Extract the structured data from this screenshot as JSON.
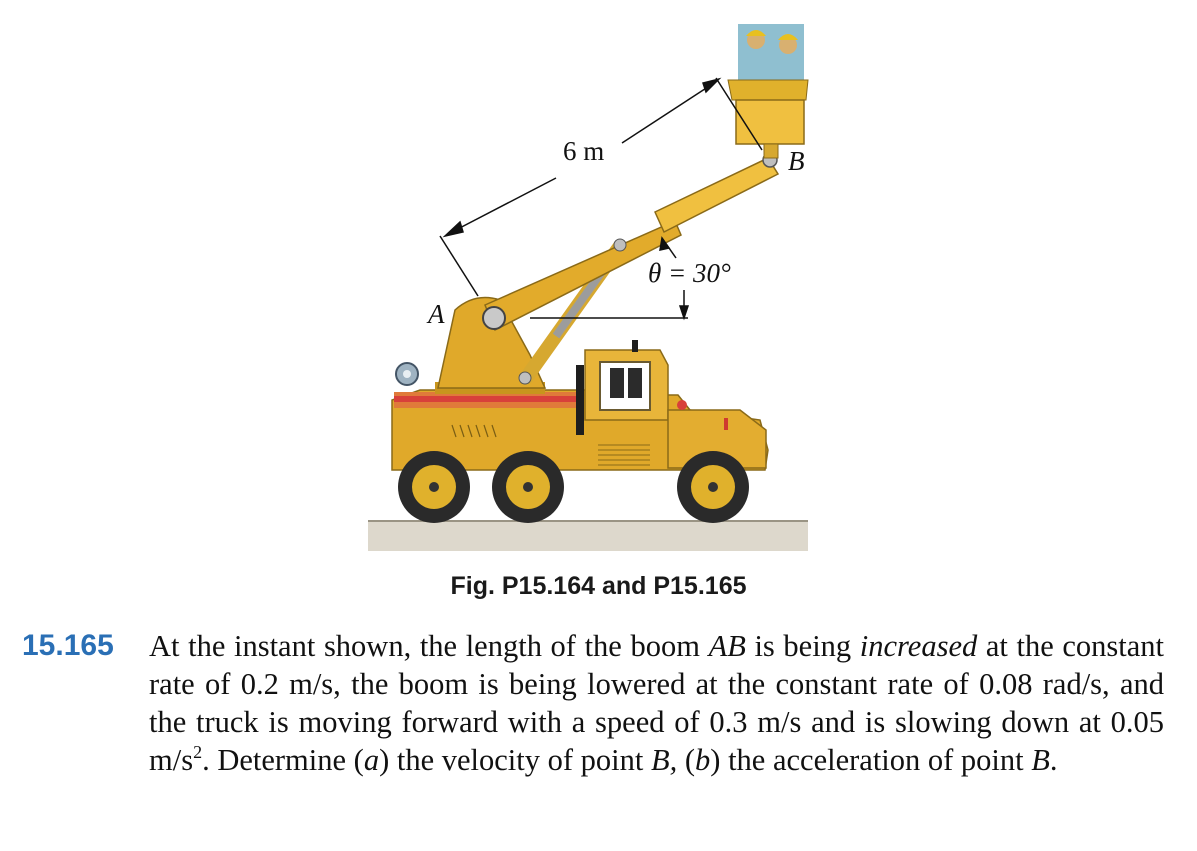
{
  "figure": {
    "length_label": "6 m",
    "angle_label": "θ = 30°",
    "point_a": "A",
    "point_b": "B"
  },
  "caption": "Fig. P15.164 and P15.165",
  "problem": {
    "number": "15.165",
    "t1": "At the instant shown, the length of the boom ",
    "ab": "AB",
    "t2": " is being ",
    "increased": "increased",
    "t3": " at the constant rate of 0.2 m/s, the boom is being lowered at the constant rate of 0.08 rad/s, and the truck is moving forward with a speed of 0.3 m/s and is slowing down at 0.05 m/s",
    "sup": "2",
    "t4": ". Determine (",
    "a": "a",
    "t5": ") the velocity of point ",
    "b1": "B,",
    "t6": " (",
    "b": "b",
    "t7": ") the acceleration of point ",
    "b2": "B",
    "t8": "."
  }
}
